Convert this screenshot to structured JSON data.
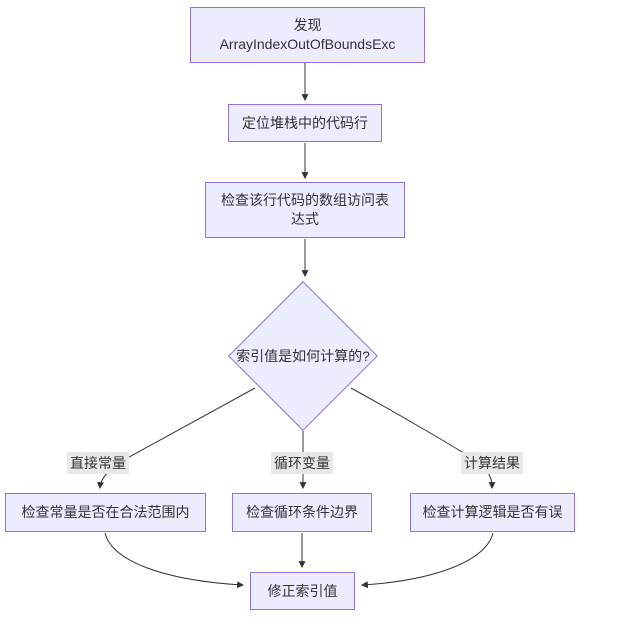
{
  "flowchart": {
    "type": "flowchart-top-down",
    "nodes": {
      "start": {
        "lines": [
          "发现",
          "ArrayIndexOutOfBoundsExc"
        ]
      },
      "locate": {
        "label": "定位堆栈中的代码行"
      },
      "expression": {
        "label": "检查该行代码的数组访问表达式"
      },
      "decision": {
        "label": "索引值是如何计算的?"
      },
      "constant": {
        "label": "检查常量是否在合法范围内"
      },
      "loop": {
        "label": "检查循环条件边界"
      },
      "calc": {
        "label": "检查计算逻辑是否有误"
      },
      "fix": {
        "label": "修正索引值"
      }
    },
    "edge_labels": {
      "constant": "直接常量",
      "loop": "循环变量",
      "calc": "计算结果"
    },
    "colors": {
      "node_fill": "#ECECFF",
      "node_border": "#9370DB",
      "edge_line": "#333333",
      "edge_label_bg": "#E8E8E8",
      "text": "#333333",
      "canvas_bg": "#FFFFFF"
    }
  }
}
